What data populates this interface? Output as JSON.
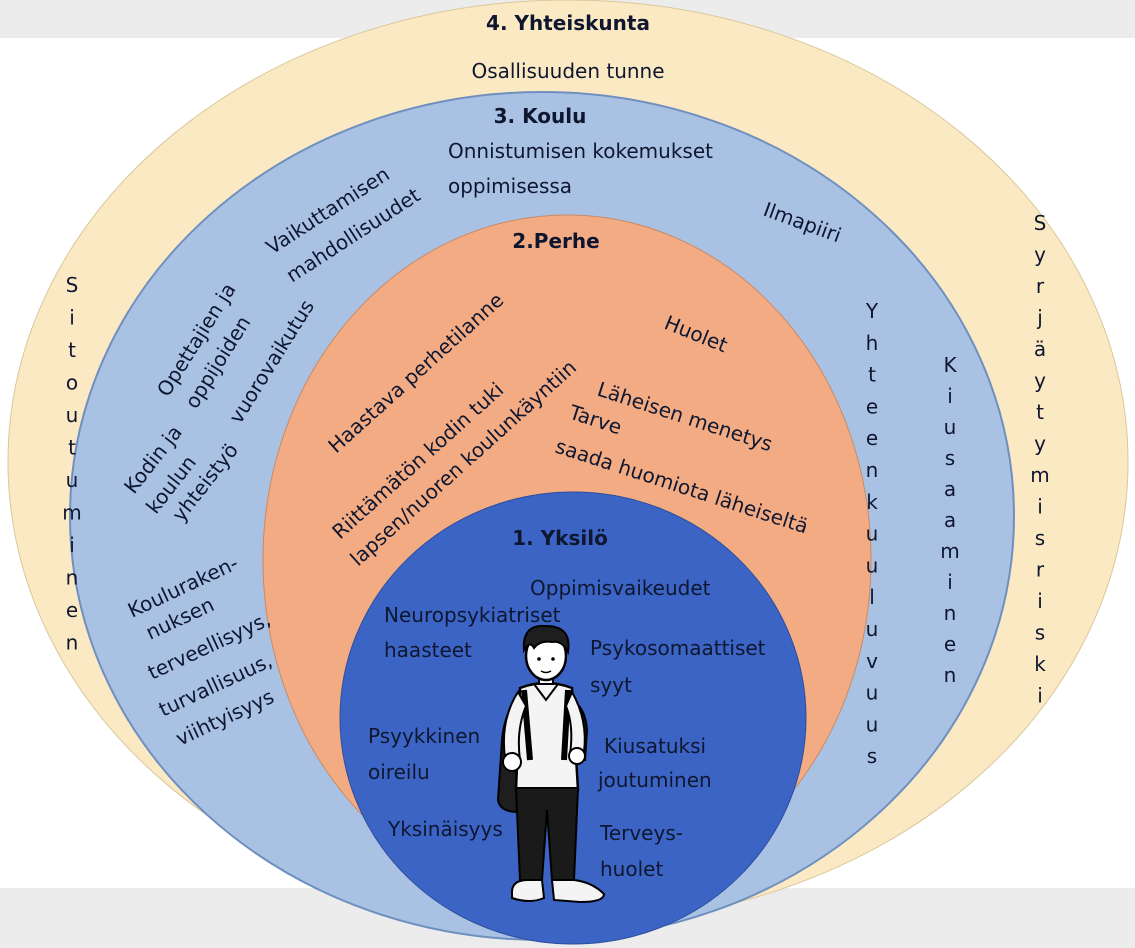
{
  "colors": {
    "band": "#ececec",
    "society": "#fbe9c3",
    "school": "#a9c2e4",
    "family": "#f2ab83",
    "individual": "#3b64c4",
    "text": "#0f1730"
  },
  "levels": {
    "society": {
      "title": "4. Yhteiskunta",
      "items": [
        "Osallisuuden tunne"
      ],
      "vertical_left": "Sitoutuminen",
      "vertical_right": "Syrjäytymisriski"
    },
    "school": {
      "title": "3. Koulu",
      "items": [
        "Onnistumisen kokemukset",
        "oppimisessa",
        "Vaikuttamisen",
        "mahdollisuudet",
        "Ilmapiiri",
        "Opettajien ja",
        "oppijoiden",
        "vuorovaikutus",
        "Kodin ja",
        "koulun",
        "yhteistyö",
        "Kouluraken-",
        "nuksen",
        "terveellisyys,",
        "turvallisuus,",
        "viihtyisyys"
      ],
      "vertical_a": "Yhteenkuuluvuus",
      "vertical_b": "Kiusaaminen"
    },
    "family": {
      "title": "2.Perhe",
      "items": [
        "Haastava perhetilanne",
        "Riittämätön kodin tuki",
        "lapsen/nuoren koulunkäyntiin",
        "Huolet",
        "Läheisen menetys",
        "Tarve",
        "saada huomiota läheiseltä"
      ]
    },
    "individual": {
      "title": "1. Yksilö",
      "items": [
        "Oppimisvaikeudet",
        "Neuropsykiatriset",
        "haasteet",
        "Psykosomaattiset",
        "syyt",
        "Psyykkinen",
        "oireilu",
        "Kiusatuksi",
        "joutuminen",
        "Yksinäisyys",
        "Terveys-",
        "huolet"
      ]
    }
  }
}
